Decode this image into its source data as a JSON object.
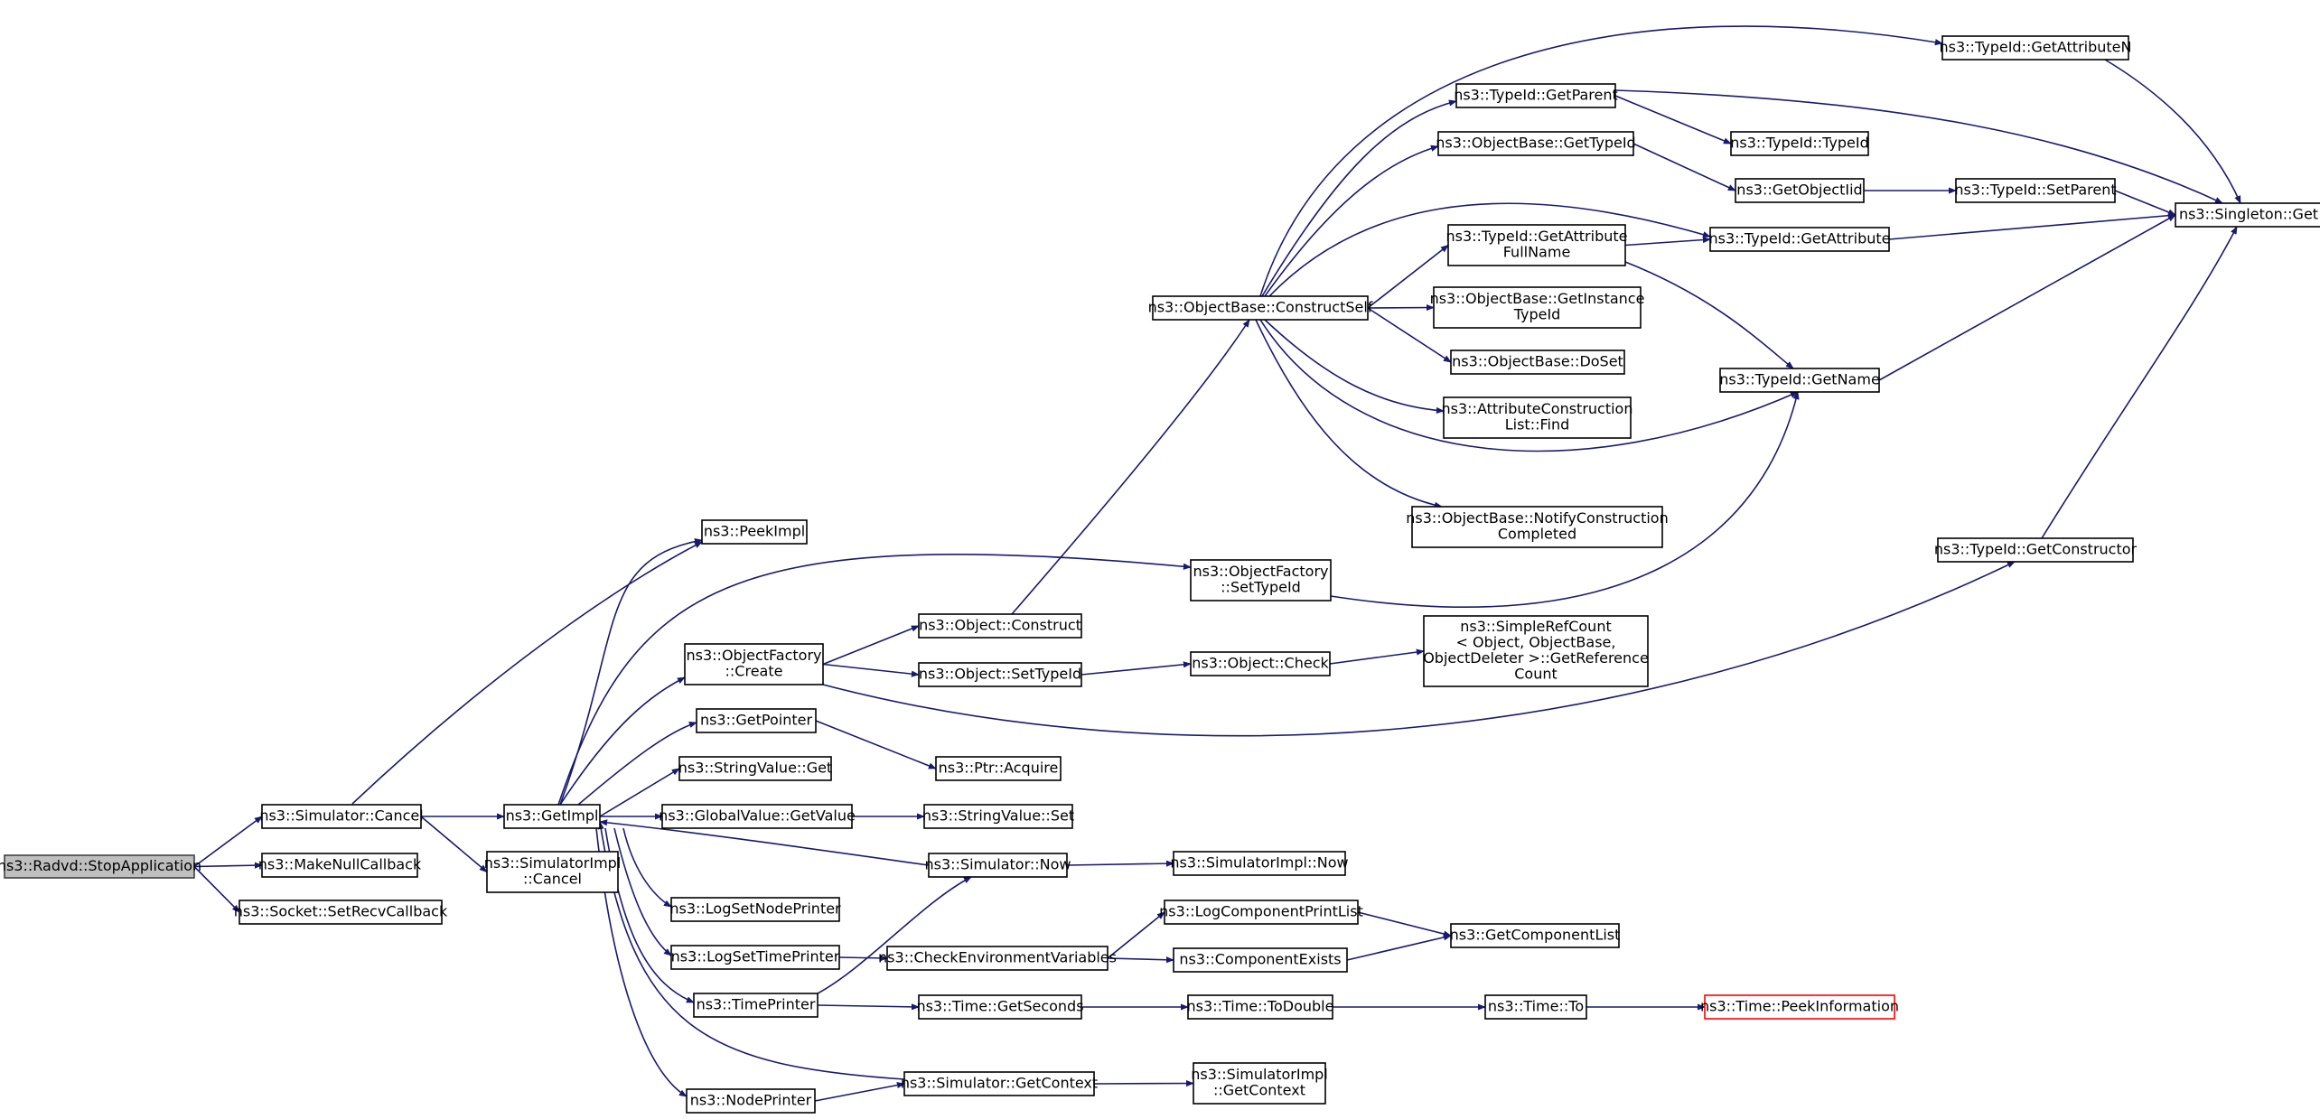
{
  "colors": {
    "edge": "#191970",
    "box_border": "#000000",
    "root_fill": "#bfbfbf",
    "truncated_border": "#ff0000"
  },
  "nodes": {
    "radvd_stop": [
      "ns3::Radvd::StopApplication"
    ],
    "sim_cancel": [
      "ns3::Simulator::Cancel"
    ],
    "make_null_cb": [
      "ns3::MakeNullCallback"
    ],
    "socket_setrecv": [
      "ns3::Socket::SetRecvCallback"
    ],
    "getimpl": [
      "ns3::GetImpl"
    ],
    "simimpl_cancel": [
      "ns3::SimulatorImpl",
      "::Cancel"
    ],
    "peekimpl": [
      "ns3::PeekImpl"
    ],
    "objfactory_create": [
      "ns3::ObjectFactory",
      "::Create"
    ],
    "getpointer": [
      "ns3::GetPointer"
    ],
    "stringvalue_get": [
      "ns3::StringValue::Get"
    ],
    "globalvalue_getvalue": [
      "ns3::GlobalValue::GetValue"
    ],
    "logsetnodeprinter": [
      "ns3::LogSetNodePrinter"
    ],
    "logsettimeprinter": [
      "ns3::LogSetTimePrinter"
    ],
    "timeprinter": [
      "ns3::TimePrinter"
    ],
    "nodeprinter": [
      "ns3::NodePrinter"
    ],
    "object_construct": [
      "ns3::Object::Construct"
    ],
    "object_settypeid": [
      "ns3::Object::SetTypeId"
    ],
    "ptr_acquire": [
      "ns3::Ptr::Acquire"
    ],
    "stringvalue_set": [
      "ns3::StringValue::Set"
    ],
    "simulator_now": [
      "ns3::Simulator::Now"
    ],
    "checkenv": [
      "ns3::CheckEnvironmentVariables"
    ],
    "time_getseconds": [
      "ns3::Time::GetSeconds"
    ],
    "simulator_getcontext": [
      "ns3::Simulator::GetContext"
    ],
    "objfactory_settypeid": [
      "ns3::ObjectFactory",
      "::SetTypeId"
    ],
    "object_check": [
      "ns3::Object::Check"
    ],
    "simimpl_now": [
      "ns3::SimulatorImpl::Now"
    ],
    "logcomponentprintlist": [
      "ns3::LogComponentPrintList"
    ],
    "componentexists": [
      "ns3::ComponentExists"
    ],
    "time_todouble": [
      "ns3::Time::ToDouble"
    ],
    "simimpl_getcontext": [
      "ns3::SimulatorImpl",
      "::GetContext"
    ],
    "constructself": [
      "ns3::ObjectBase::ConstructSelf"
    ],
    "simplerefcount": [
      "ns3::SimpleRefCount",
      "< Object, ObjectBase,",
      " ObjectDeleter >::GetReference",
      "Count"
    ],
    "getcomponentlist": [
      "ns3::GetComponentList"
    ],
    "time_to": [
      "ns3::Time::To"
    ],
    "typeid_getparent": [
      "ns3::TypeId::GetParent"
    ],
    "objectbase_gettypeid": [
      "ns3::ObjectBase::GetTypeId"
    ],
    "typeid_getattributefullname": [
      "ns3::TypeId::GetAttribute",
      "FullName"
    ],
    "objectbase_getinstancetypeid": [
      "ns3::ObjectBase::GetInstance",
      "TypeId"
    ],
    "objectbase_doset": [
      "ns3::ObjectBase::DoSet"
    ],
    "attrconstlist_find": [
      "ns3::AttributeConstruction",
      "List::Find"
    ],
    "objectbase_notify": [
      "ns3::ObjectBase::NotifyConstruction",
      "Completed"
    ],
    "typeid_getattributen": [
      "ns3::TypeId::GetAttributeN"
    ],
    "typeid_typeid": [
      "ns3::TypeId::TypeId"
    ],
    "getobjectiid": [
      "ns3::GetObjectIid"
    ],
    "typeid_getattribute": [
      "ns3::TypeId::GetAttribute"
    ],
    "typeid_getname": [
      "ns3::TypeId::GetName"
    ],
    "typeid_getconstructor": [
      "ns3::TypeId::GetConstructor"
    ],
    "typeid_setparent": [
      "ns3::TypeId::SetParent"
    ],
    "singleton_get": [
      "ns3::Singleton::Get"
    ],
    "time_peekinformation": [
      "ns3::Time::PeekInformation"
    ]
  },
  "edges": [
    [
      "radvd_stop",
      "sim_cancel"
    ],
    [
      "radvd_stop",
      "make_null_cb"
    ],
    [
      "radvd_stop",
      "socket_setrecv"
    ],
    [
      "sim_cancel",
      "getimpl"
    ],
    [
      "sim_cancel",
      "simimpl_cancel"
    ],
    [
      "sim_cancel",
      "peekimpl"
    ],
    [
      "getimpl",
      "peekimpl"
    ],
    [
      "getimpl",
      "objfactory_create"
    ],
    [
      "getimpl",
      "getpointer"
    ],
    [
      "getimpl",
      "stringvalue_get"
    ],
    [
      "getimpl",
      "globalvalue_getvalue"
    ],
    [
      "getimpl",
      "logsetnodeprinter"
    ],
    [
      "getimpl",
      "logsettimeprinter"
    ],
    [
      "getimpl",
      "timeprinter"
    ],
    [
      "getimpl",
      "nodeprinter"
    ],
    [
      "getimpl",
      "objfactory_settypeid"
    ],
    [
      "objfactory_create",
      "object_construct"
    ],
    [
      "objfactory_create",
      "object_settypeid"
    ],
    [
      "objfactory_create",
      "typeid_getconstructor"
    ],
    [
      "getpointer",
      "ptr_acquire"
    ],
    [
      "globalvalue_getvalue",
      "stringvalue_set"
    ],
    [
      "simulator_now",
      "getimpl"
    ],
    [
      "simulator_now",
      "simimpl_now"
    ],
    [
      "logsettimeprinter",
      "checkenv"
    ],
    [
      "timeprinter",
      "simulator_now"
    ],
    [
      "timeprinter",
      "time_getseconds"
    ],
    [
      "simulator_getcontext",
      "getimpl"
    ],
    [
      "simulator_getcontext",
      "simimpl_getcontext"
    ],
    [
      "nodeprinter",
      "simulator_getcontext"
    ],
    [
      "object_construct",
      "constructself"
    ],
    [
      "object_settypeid",
      "object_check"
    ],
    [
      "object_check",
      "simplerefcount"
    ],
    [
      "objfactory_settypeid",
      "typeid_getname"
    ],
    [
      "checkenv",
      "logcomponentprintlist"
    ],
    [
      "checkenv",
      "componentexists"
    ],
    [
      "logcomponentprintlist",
      "getcomponentlist"
    ],
    [
      "componentexists",
      "getcomponentlist"
    ],
    [
      "time_getseconds",
      "time_todouble"
    ],
    [
      "time_todouble",
      "time_to"
    ],
    [
      "time_to",
      "time_peekinformation"
    ],
    [
      "constructself",
      "typeid_getattributen"
    ],
    [
      "constructself",
      "typeid_getparent"
    ],
    [
      "constructself",
      "objectbase_gettypeid"
    ],
    [
      "constructself",
      "typeid_getattribute"
    ],
    [
      "constructself",
      "typeid_getattributefullname"
    ],
    [
      "constructself",
      "objectbase_getinstancetypeid"
    ],
    [
      "constructself",
      "objectbase_doset"
    ],
    [
      "constructself",
      "attrconstlist_find"
    ],
    [
      "constructself",
      "typeid_getname"
    ],
    [
      "constructself",
      "objectbase_notify"
    ],
    [
      "typeid_getparent",
      "typeid_typeid"
    ],
    [
      "typeid_getparent",
      "singleton_get"
    ],
    [
      "objectbase_gettypeid",
      "getobjectiid"
    ],
    [
      "getobjectiid",
      "typeid_setparent"
    ],
    [
      "typeid_setparent",
      "singleton_get"
    ],
    [
      "typeid_getattributefullname",
      "typeid_getattribute"
    ],
    [
      "typeid_getattributefullname",
      "typeid_getname"
    ],
    [
      "typeid_getattribute",
      "singleton_get"
    ],
    [
      "typeid_getname",
      "singleton_get"
    ],
    [
      "typeid_getattributen",
      "singleton_get"
    ],
    [
      "typeid_getconstructor",
      "singleton_get"
    ]
  ]
}
